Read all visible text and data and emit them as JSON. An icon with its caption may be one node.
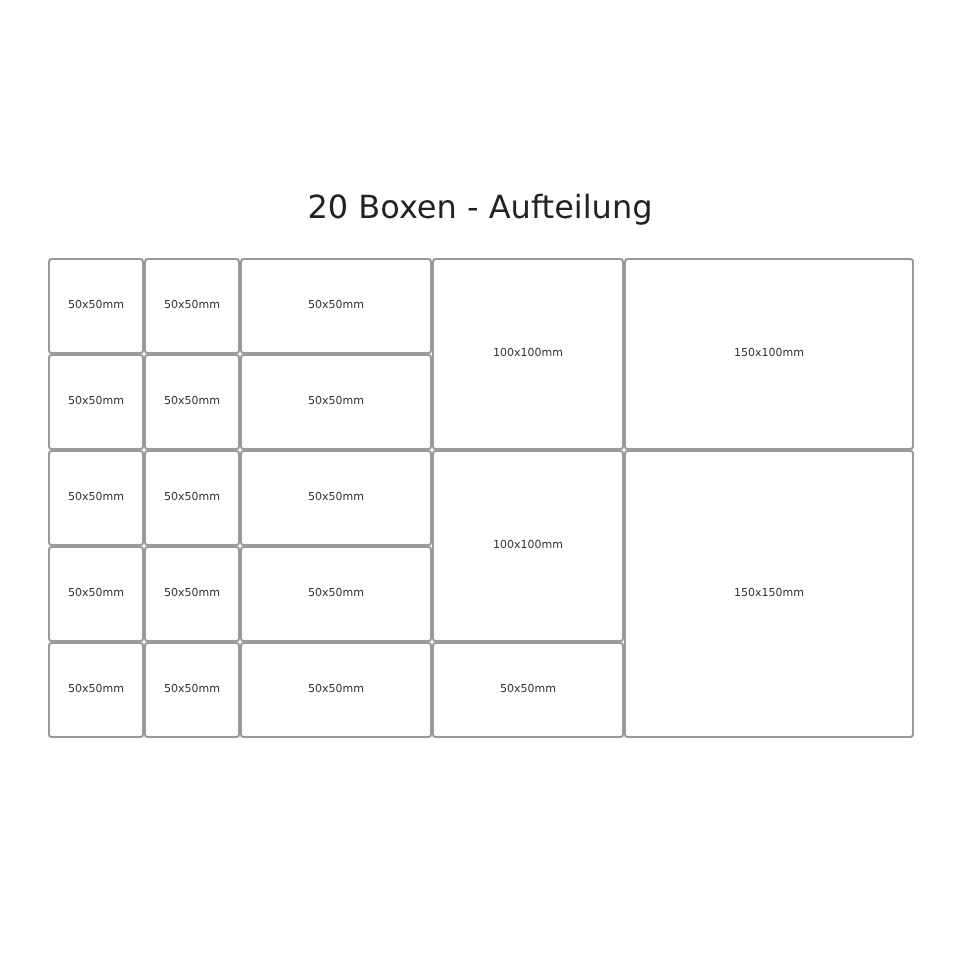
{
  "diagram": {
    "title": "20 Boxen - Aufteilung",
    "nodes": [
      {
        "text": [
          "50x50mm"
        ]
      },
      {
        "text": [
          "50x50mm"
        ]
      },
      {
        "text": [
          "50x50mm"
        ]
      },
      {
        "text": [
          "100x100mm"
        ]
      },
      {
        "text": [
          "150x100mm"
        ]
      },
      {
        "text": [
          "50x50mm"
        ]
      },
      {
        "text": [
          "50x50mm"
        ]
      },
      {
        "text": [
          "50x50mm"
        ]
      },
      {
        "text": [
          "50x50mm"
        ]
      },
      {
        "text": [
          "50x50mm"
        ]
      },
      {
        "text": [
          "50x50mm"
        ]
      },
      {
        "text": [
          "100x100mm"
        ]
      },
      {
        "text": [
          "150x150mm"
        ]
      },
      {
        "text": [
          "50x50mm"
        ]
      },
      {
        "text": [
          "50x50mm"
        ]
      },
      {
        "text": [
          "50x50mm"
        ]
      },
      {
        "text": [
          "50x50mm"
        ]
      },
      {
        "text": [
          "50x50mm"
        ]
      },
      {
        "text": [
          "50x50mm"
        ]
      },
      {
        "text": [
          "50x50mm"
        ]
      }
    ]
  }
}
